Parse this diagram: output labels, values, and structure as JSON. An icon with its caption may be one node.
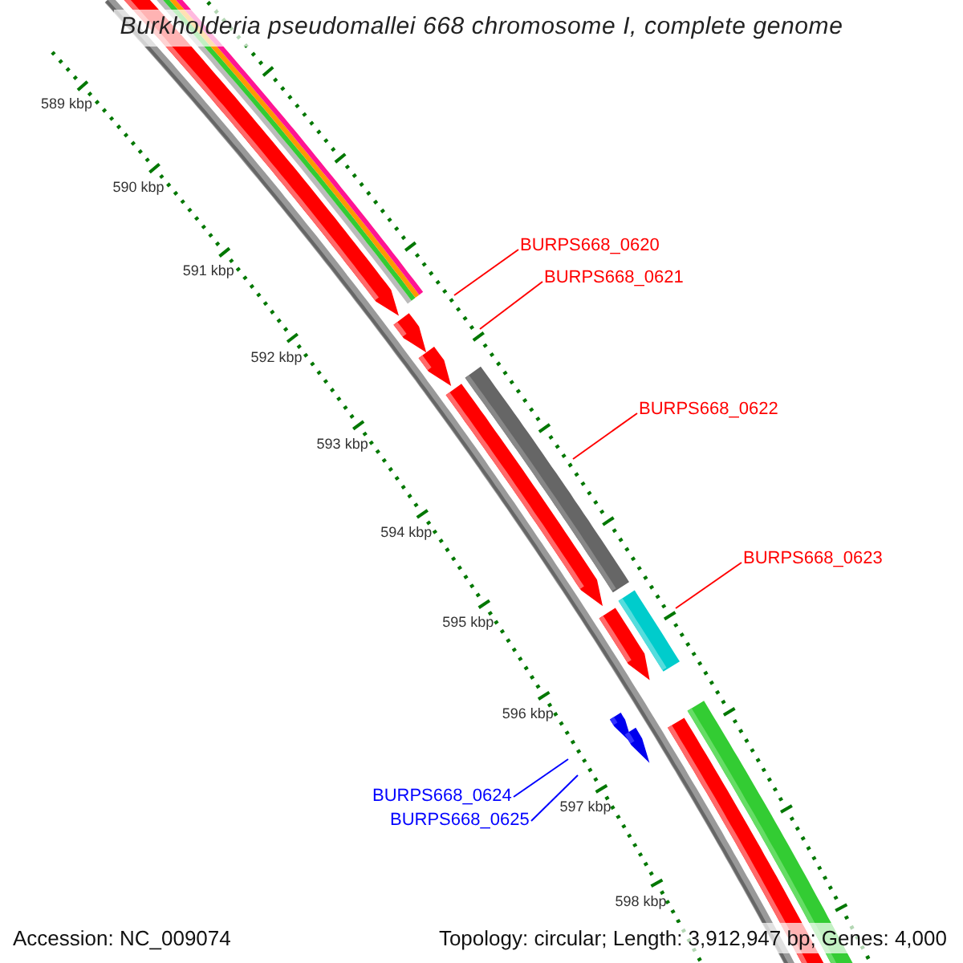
{
  "diagram": {
    "title": "Burkholderia pseudomallei 668 chromosome I, complete genome",
    "nodes": [
      {
        "text": [
          "BURPS668_0620"
        ]
      },
      {
        "text": [
          "BURPS668_0621"
        ]
      },
      {
        "text": [
          "BURPS668_0622"
        ]
      },
      {
        "text": [
          "BURPS668_0623"
        ]
      },
      {
        "text": [
          "BURPS668_0624"
        ]
      },
      {
        "text": [
          "BURPS668_0625"
        ]
      }
    ],
    "edges": [
      {
        "from": 0,
        "to": null,
        "arrow": "none"
      },
      {
        "from": 1,
        "to": null,
        "arrow": "none"
      },
      {
        "from": 2,
        "to": null,
        "arrow": "none"
      },
      {
        "from": 3,
        "to": null,
        "arrow": "none"
      },
      {
        "from": 4,
        "to": null,
        "arrow": "none",
        "color": "#0000ff"
      },
      {
        "from": 5,
        "to": null,
        "arrow": "none",
        "color": "#0000ff"
      }
    ],
    "labels": [
      "589 kbp",
      "590 kbp",
      "591 kbp",
      "592 kbp",
      "593 kbp",
      "594 kbp",
      "595 kbp",
      "596 kbp",
      "597 kbp",
      "598 kbp",
      "Accession: NC_009074",
      "Topology: circular; Length: 3,912,947 bp; Genes: 4,000"
    ]
  }
}
